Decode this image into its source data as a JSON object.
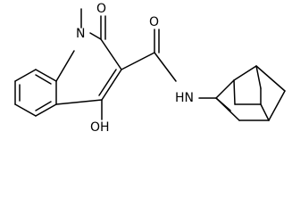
{
  "molecule": {
    "atom_labels": {
      "ring_nitrogen": "N",
      "ketone_oxygen": "O",
      "amide_oxygen": "O",
      "amide_nh": "HN",
      "hydroxyl": "OH"
    },
    "substructures": [
      "quinolinone-core-icon",
      "carboxamide-icon",
      "adamantyl-icon",
      "methyl-icon"
    ]
  }
}
